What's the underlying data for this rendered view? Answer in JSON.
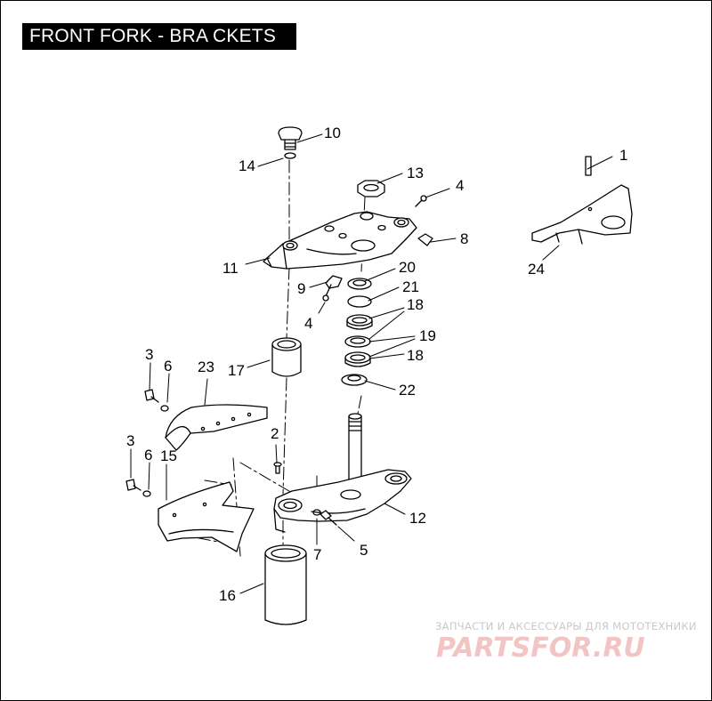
{
  "title": "FRONT FORK - BRA CKETS",
  "callouts": [
    "1",
    "2",
    "3",
    "3",
    "4",
    "4",
    "5",
    "6",
    "6",
    "7",
    "8",
    "9",
    "10",
    "11",
    "12",
    "13",
    "14",
    "15",
    "16",
    "17",
    "18",
    "18",
    "19",
    "20",
    "21",
    "22",
    "23",
    "24"
  ],
  "watermark": {
    "line1": "ЗАПЧАСТИ И АКСЕССУАРЫ ДЛЯ МОТОТЕХНИКИ",
    "line2": "PARTSFOR.RU"
  }
}
